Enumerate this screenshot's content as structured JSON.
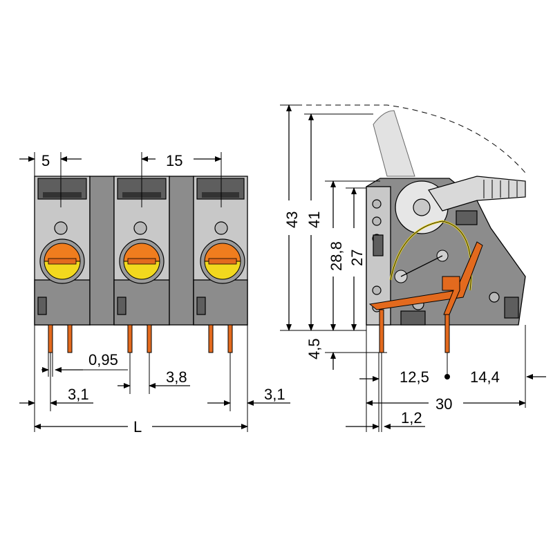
{
  "colors": {
    "housing": "#8c8c8c",
    "housing_light": "#c8c8c8",
    "pin": "#e36a1e",
    "pushbutton_orange": "#f07d1e",
    "pushbutton_yellow": "#f2d81e",
    "spring_yellow": "#e6d22a"
  },
  "dimensions": {
    "front": {
      "pitch_small": "5",
      "pitch_large": "15",
      "pin_width": "0,95",
      "pin_spacing": "3,8",
      "offset_left": "3,1",
      "offset_right": "3,1",
      "length": "L"
    },
    "side": {
      "height_total": "43",
      "height_open": "41",
      "height_body": "28,8",
      "height_27": "27",
      "pin_length": "4,5",
      "pin_pitch_left": "12,5",
      "pin_pitch_right": "14,4",
      "depth": "30",
      "pin_thickness": "1,2"
    }
  },
  "icons": [
    "clamp-lever-icon",
    "pushbutton-icon"
  ]
}
